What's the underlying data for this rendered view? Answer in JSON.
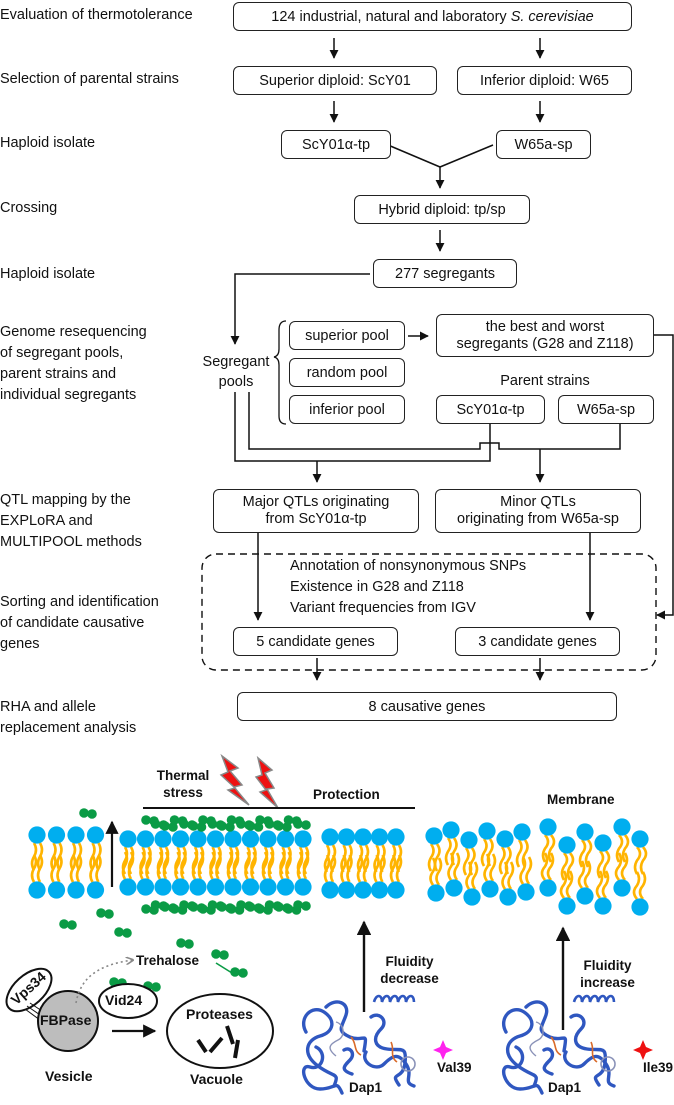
{
  "steps": [
    {
      "label": "Evaluation of thermotolerance"
    },
    {
      "label": "Selection of parental strains"
    },
    {
      "label": "Haploid isolate"
    },
    {
      "label": "Crossing"
    },
    {
      "label": "Haploid isolate"
    },
    {
      "label_lines": [
        "Genome resequencing",
        "of segregant pools,",
        "parent strains and",
        "individual segregants"
      ]
    },
    {
      "label_lines": [
        "QTL mapping by the",
        "EXPLoRA and",
        "MULTIPOOL methods"
      ]
    },
    {
      "label_lines": [
        "Sorting and identification",
        "of candidate causative",
        "genes"
      ]
    },
    {
      "label_lines": [
        "RHA and allele",
        "replacement analysis"
      ]
    }
  ],
  "boxes": {
    "strains": {
      "text": "124 industrial, natural and laboratory ",
      "italic": "S. cerevisiae"
    },
    "superior_diploid": "Superior diploid: ScY01",
    "inferior_diploid": "Inferior diploid: W65",
    "haploid_tp": "ScY01α-tp",
    "haploid_sp": "W65a-sp",
    "hybrid": "Hybrid diploid: tp/sp",
    "segregants": "277 segregants",
    "segregant_pools_lines": [
      "Segregant",
      "pools"
    ],
    "superior_pool": "superior pool",
    "random_pool": "random pool",
    "inferior_pool": "inferior pool",
    "best_worst_lines": [
      "the best and worst",
      "segregants (G28 and Z118)"
    ],
    "parent_strains": "Parent strains",
    "parent_tp": "ScY01α-tp",
    "parent_sp": "W65a-sp",
    "major_qtl_lines": [
      "Major QTLs originating",
      "from ScY01α-tp"
    ],
    "minor_qtl_lines": [
      "Minor QTLs",
      "originating from W65a-sp"
    ],
    "filter_criteria": [
      "Annotation of nonsynonymous SNPs",
      "Existence in G28 and Z118",
      "Variant frequencies from IGV"
    ],
    "candidates_5": "5 candidate genes",
    "candidates_3": "3 candidate genes",
    "causative": "8 causative genes"
  },
  "model": {
    "thermal_stress_lines": [
      "Thermal",
      "stress"
    ],
    "protection": "Protection",
    "membrane": "Membrane",
    "trehalose": "Trehalose",
    "vps34": "Vps34",
    "vid24": "Vid24",
    "fbpase": "FBPase",
    "proteases": "Proteases",
    "vesicle": "Vesicle",
    "vacuole": "Vacuole",
    "fluidity_decrease_lines": [
      "Fluidity",
      "decrease"
    ],
    "fluidity_increase_lines": [
      "Fluidity",
      "increase"
    ],
    "dap1_left": "Dap1",
    "dap1_right": "Dap1",
    "val39": "Val39",
    "ile39": "Ile39"
  },
  "colors": {
    "lipid_head": "#00aeef",
    "lipid_tail": "#ffb400",
    "trehalose": "#0a9b45",
    "lightning": "#ee1111",
    "val39_star": "#ff22ee",
    "ile39_star": "#ee1111",
    "protein": "#2f57c0",
    "fbpase": "#bdbdbd"
  }
}
